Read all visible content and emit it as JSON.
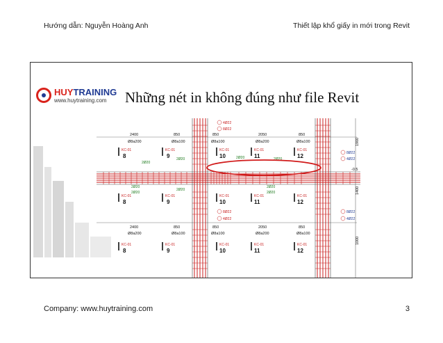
{
  "header": {
    "left": "Hướng dẫn: Nguyễn Hoàng Anh",
    "right": "Thiết lập khổ giấy in mới trong Revit"
  },
  "footer": {
    "left": "Company: www.huytraining.com",
    "page": "3"
  },
  "slide": {
    "title": "Những nét in không đúng như file Revit",
    "logo": {
      "name_a": "HUY",
      "name_b": "TRAINING",
      "url": "www.huytraining.com"
    },
    "drawing": {
      "dimensions": [
        "2400",
        "850",
        "850",
        "2050",
        "850"
      ],
      "spacing_labels": [
        "Ø8a200",
        "Ø8a100",
        "Ø8a100",
        "Ø8a200",
        "Ø8a100"
      ],
      "section_numbers": [
        "8",
        "9",
        "10",
        "11",
        "12"
      ],
      "section_tag": "KC-01",
      "rebar_tags_top": [
        "4Ø22",
        "8Ø22"
      ],
      "rebar_tags_right": [
        "8Ø22",
        "4Ø22"
      ],
      "rebar_tags_mid": [
        "2Ø20",
        "2Ø20",
        "2Ø20",
        "2Ø20"
      ],
      "level_label": "-0.5",
      "vertical_dims": [
        "1900",
        "1400",
        "1000"
      ],
      "colors": {
        "rebar_red": "#c81e1e",
        "highlight_ellipse": "#d11a1a",
        "tag_green": "#1d7a1d"
      }
    }
  }
}
